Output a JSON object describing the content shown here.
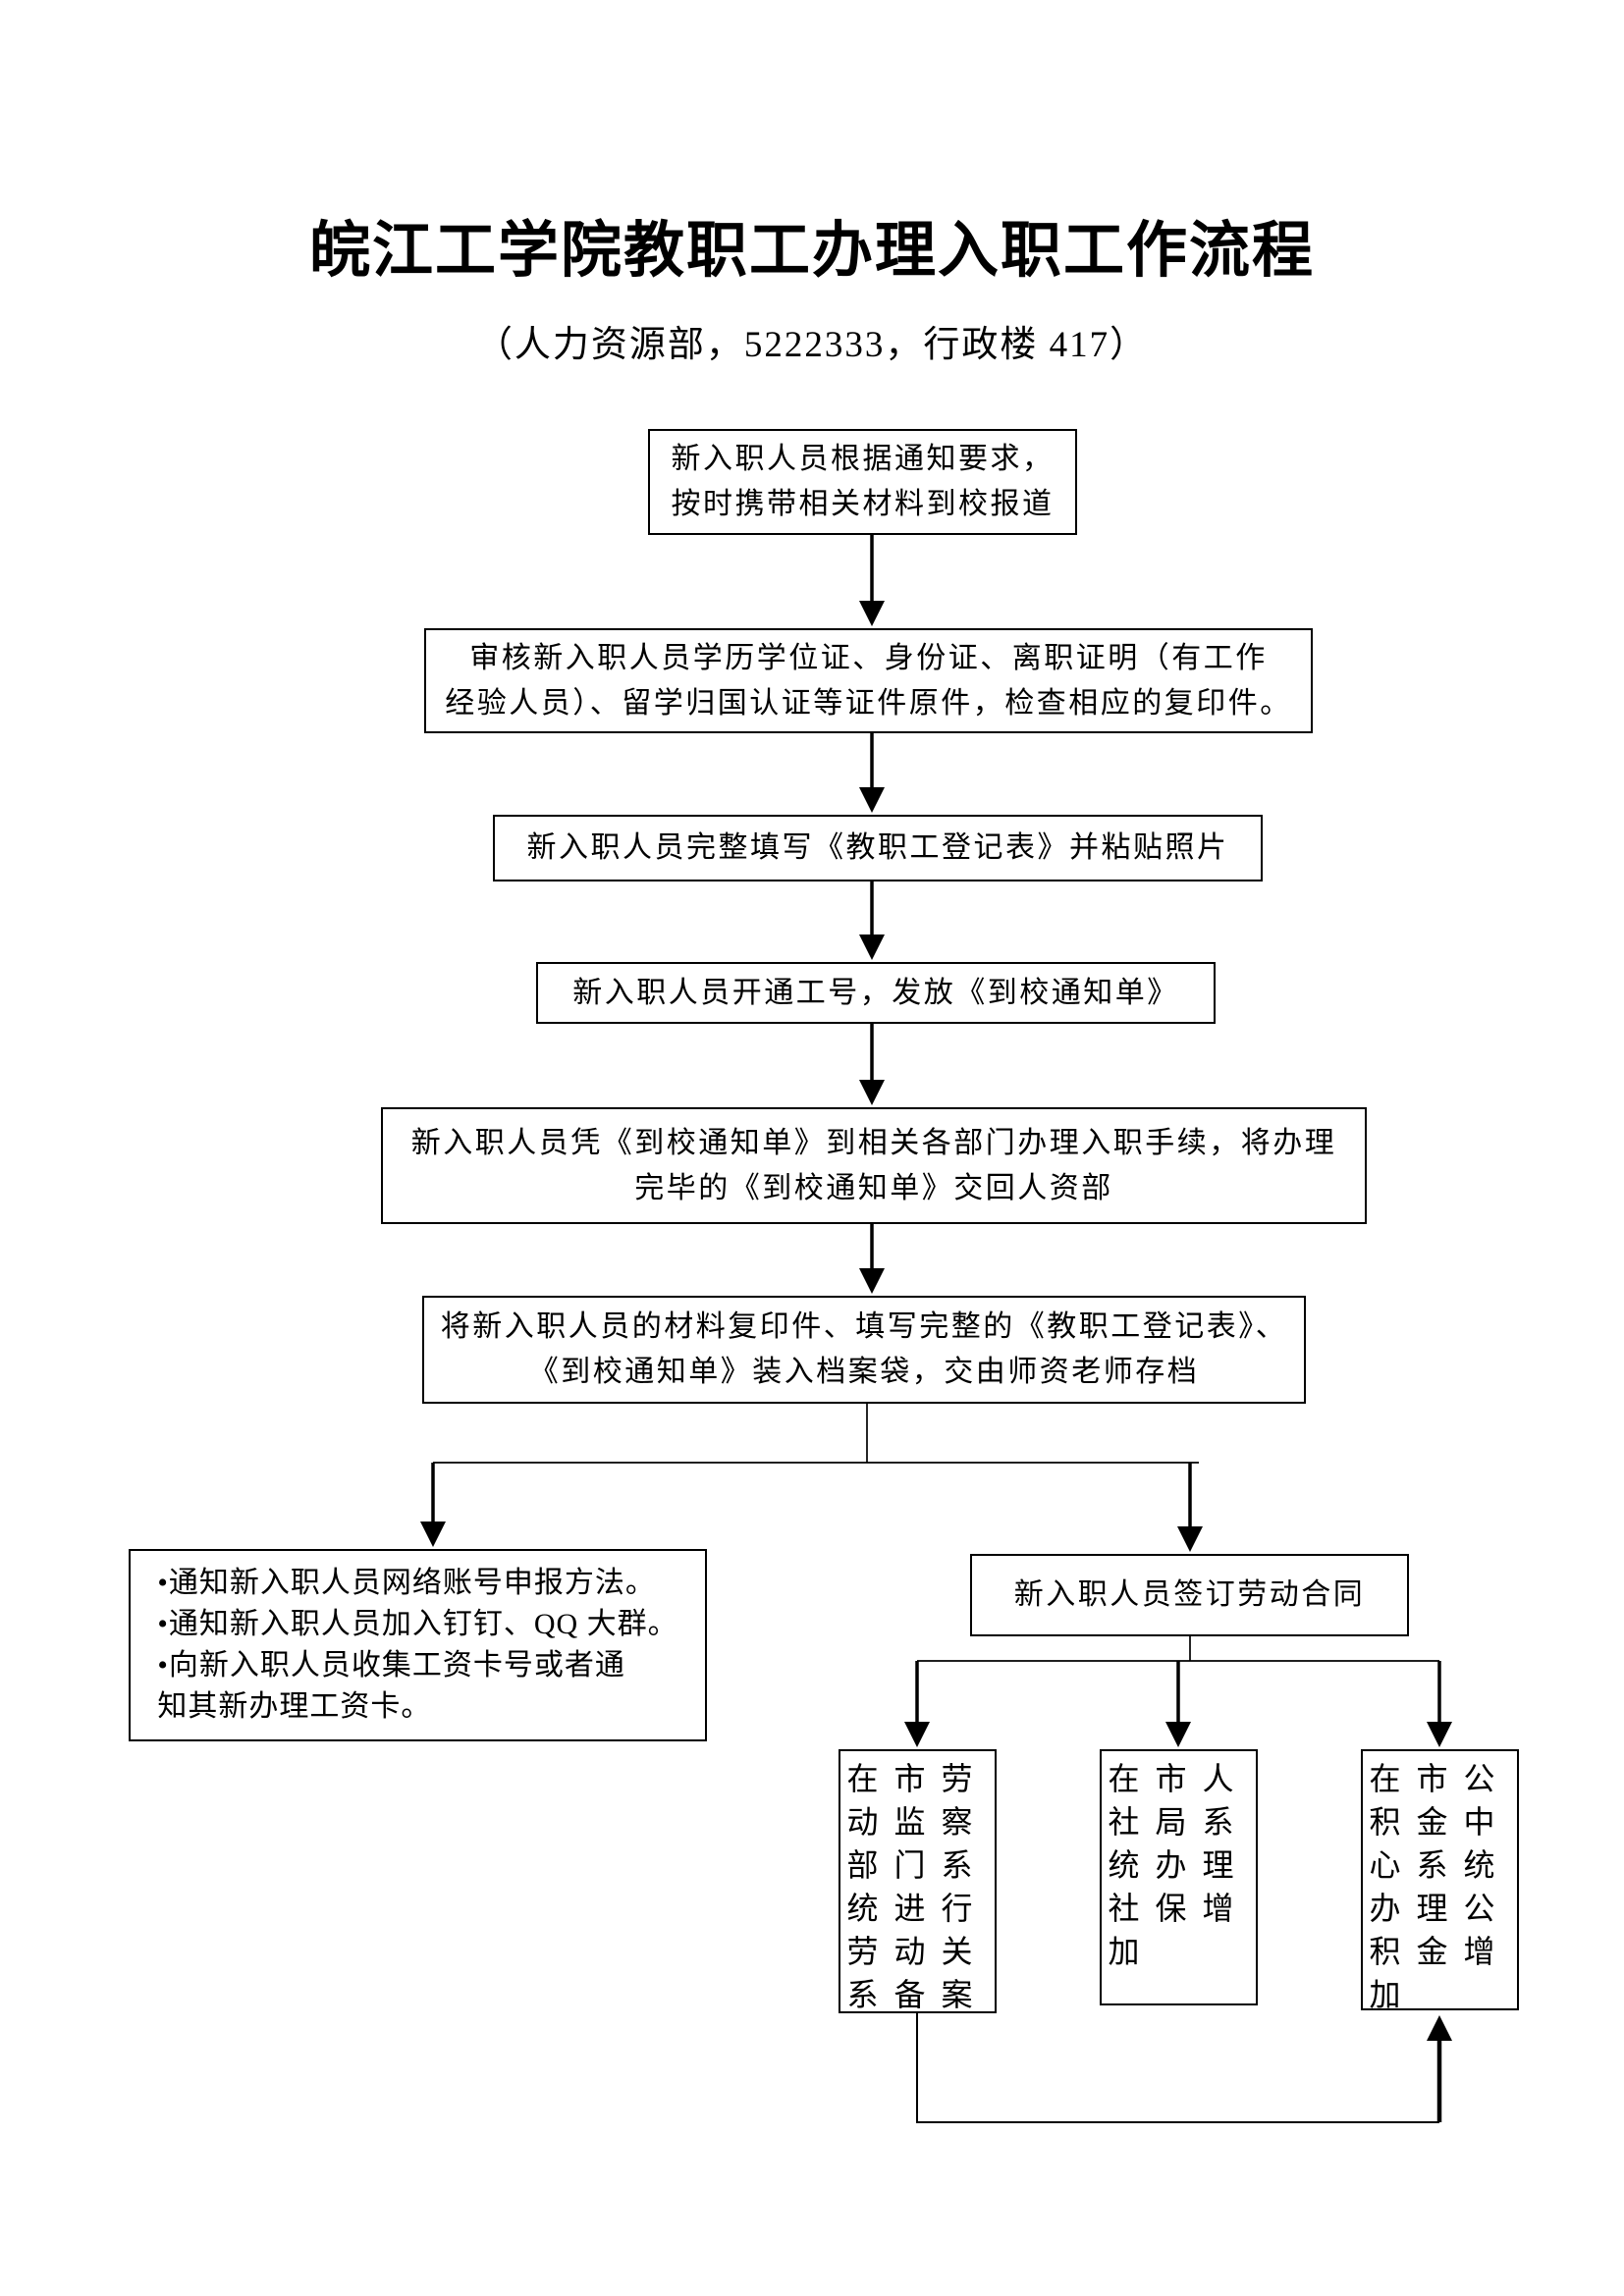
{
  "page": {
    "title": "皖江工学院教职工办理入职工作流程",
    "subtitle": "（人力资源部，5222333，行政楼 417）"
  },
  "flow": {
    "step_report": {
      "lines": [
        "新入职人员根据通知要求，",
        "按时携带相关材料到校报道"
      ]
    },
    "step_review": {
      "lines": [
        "审核新入职人员学历学位证、身份证、离职证明（有工作",
        "经验人员）、留学归国认证等证件原件，检查相应的复印件。"
      ]
    },
    "step_form": {
      "lines": [
        "新入职人员完整填写《教职工登记表》并粘贴照片"
      ]
    },
    "step_workid": {
      "lines": [
        "新入职人员开通工号，发放《到校通知单》"
      ]
    },
    "step_handle": {
      "lines": [
        "新入职人员凭《到校通知单》到相关各部门办理入职手续，将办理",
        "完毕的《到校通知单》交回人资部"
      ]
    },
    "step_archive": {
      "lines": [
        "将新入职人员的材料复印件、填写完整的《教职工登记表》、",
        "《到校通知单》装入档案袋，交由师资老师存档"
      ]
    },
    "branch_notify": {
      "lines": [
        "•通知新入职人员网络账号申报方法。",
        "•通知新入职人员加入钉钉、QQ 大群。",
        "•向新入职人员收集工资卡号或者通",
        "知其新办理工资卡。"
      ]
    },
    "branch_contract": {
      "lines": [
        "新入职人员签订劳动合同"
      ]
    },
    "sub_labor_record": {
      "lines": [
        "在市劳",
        "动监察",
        "部门系",
        "统进行",
        "劳动关",
        "系备案"
      ]
    },
    "sub_social_insurance": {
      "lines": [
        "在市人",
        "社局系",
        "统办理",
        "社保增",
        "加"
      ]
    },
    "sub_housing_fund": {
      "lines": [
        "在市公",
        "积金中",
        "心系统",
        "办理公",
        "积金增",
        "加"
      ]
    }
  },
  "colors": {
    "ink": "#000000",
    "paper": "#ffffff"
  }
}
